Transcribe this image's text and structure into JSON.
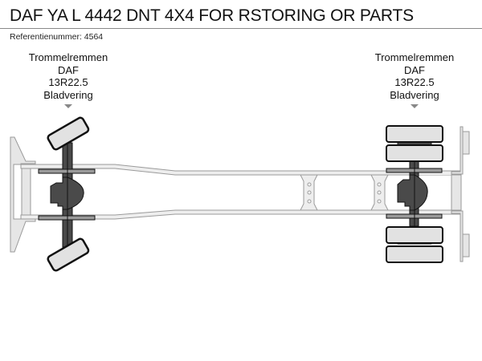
{
  "header": {
    "title": "DAF YA L 4442 DNT 4X4 FOR RSTORING OR PARTS",
    "reference": "Referentienummer: 4564"
  },
  "axles": [
    {
      "position": "front",
      "name": "Trommelremmen",
      "brand": "DAF",
      "tire_size": "13R22.5",
      "suspension": "Bladvering",
      "steered": true,
      "tires_per_side": 1
    },
    {
      "position": "rear",
      "name": "Trommelremmen",
      "brand": "DAF",
      "tire_size": "13R22.5",
      "suspension": "Bladvering",
      "steered": false,
      "tires_per_side": 2
    }
  ],
  "colors": {
    "frame_fill": "#e6e6e6",
    "frame_stroke": "#9a9a9a",
    "tire_fill": "#e2e2e2",
    "tire_stroke": "#111111",
    "axle_dark": "#4a4a4a",
    "arrow": "#888888"
  }
}
